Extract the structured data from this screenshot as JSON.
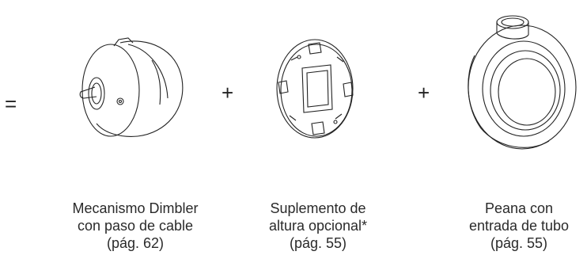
{
  "operators": {
    "equals": "=",
    "plus_1": "+",
    "plus_2": "+"
  },
  "items": [
    {
      "name": "Mecanismo Dimbler",
      "lines": [
        "Mecanismo Dimbler",
        "con paso de cable",
        "(pág. 62)"
      ]
    },
    {
      "name": "Suplemento de altura opcional",
      "lines": [
        "Suplemento de",
        "altura opcional*",
        "(pág. 55)"
      ]
    },
    {
      "name": "Peana con entrada de tubo",
      "lines": [
        "Peana con",
        "entrada de tubo",
        "(pág. 55)"
      ]
    }
  ]
}
